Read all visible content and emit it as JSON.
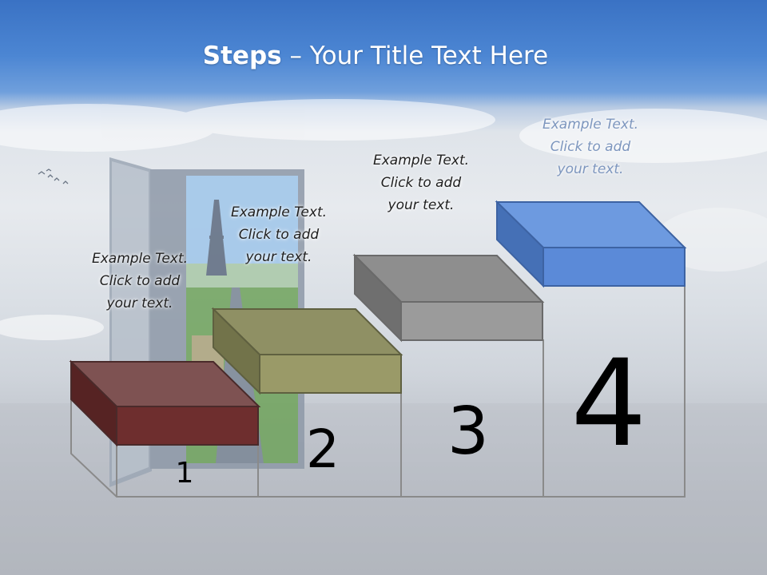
{
  "slide": {
    "title_bold": "Steps",
    "title_rest": " – Your Title Text Here",
    "steps": [
      {
        "number": "1",
        "lines": [
          "Example Text.",
          "Click  to add",
          "your text."
        ],
        "top_color": "#7e5252",
        "front_color": "#6e2e2e",
        "side_color": "#562323"
      },
      {
        "number": "2",
        "lines": [
          "Example Text.",
          "Click  to add",
          "your text."
        ],
        "top_color": "#8f9064",
        "front_color": "#9a9a68",
        "side_color": "#72734a"
      },
      {
        "number": "3",
        "lines": [
          "Example Text.",
          "Click  to add",
          "your text."
        ],
        "top_color": "#8e8e8e",
        "front_color": "#9b9b9b",
        "side_color": "#6f6f6f"
      },
      {
        "number": "4",
        "lines": [
          "Example Text.",
          "Click  to add",
          "your text."
        ],
        "top_color": "#6d9ae0",
        "front_color": "#5b8ad8",
        "side_color": "#4570b6"
      }
    ],
    "colors": {
      "title": "#ffffff",
      "sky_top": "#3a72c4",
      "outline": "#8a8a8a",
      "faded_text": "#7d96be"
    }
  }
}
